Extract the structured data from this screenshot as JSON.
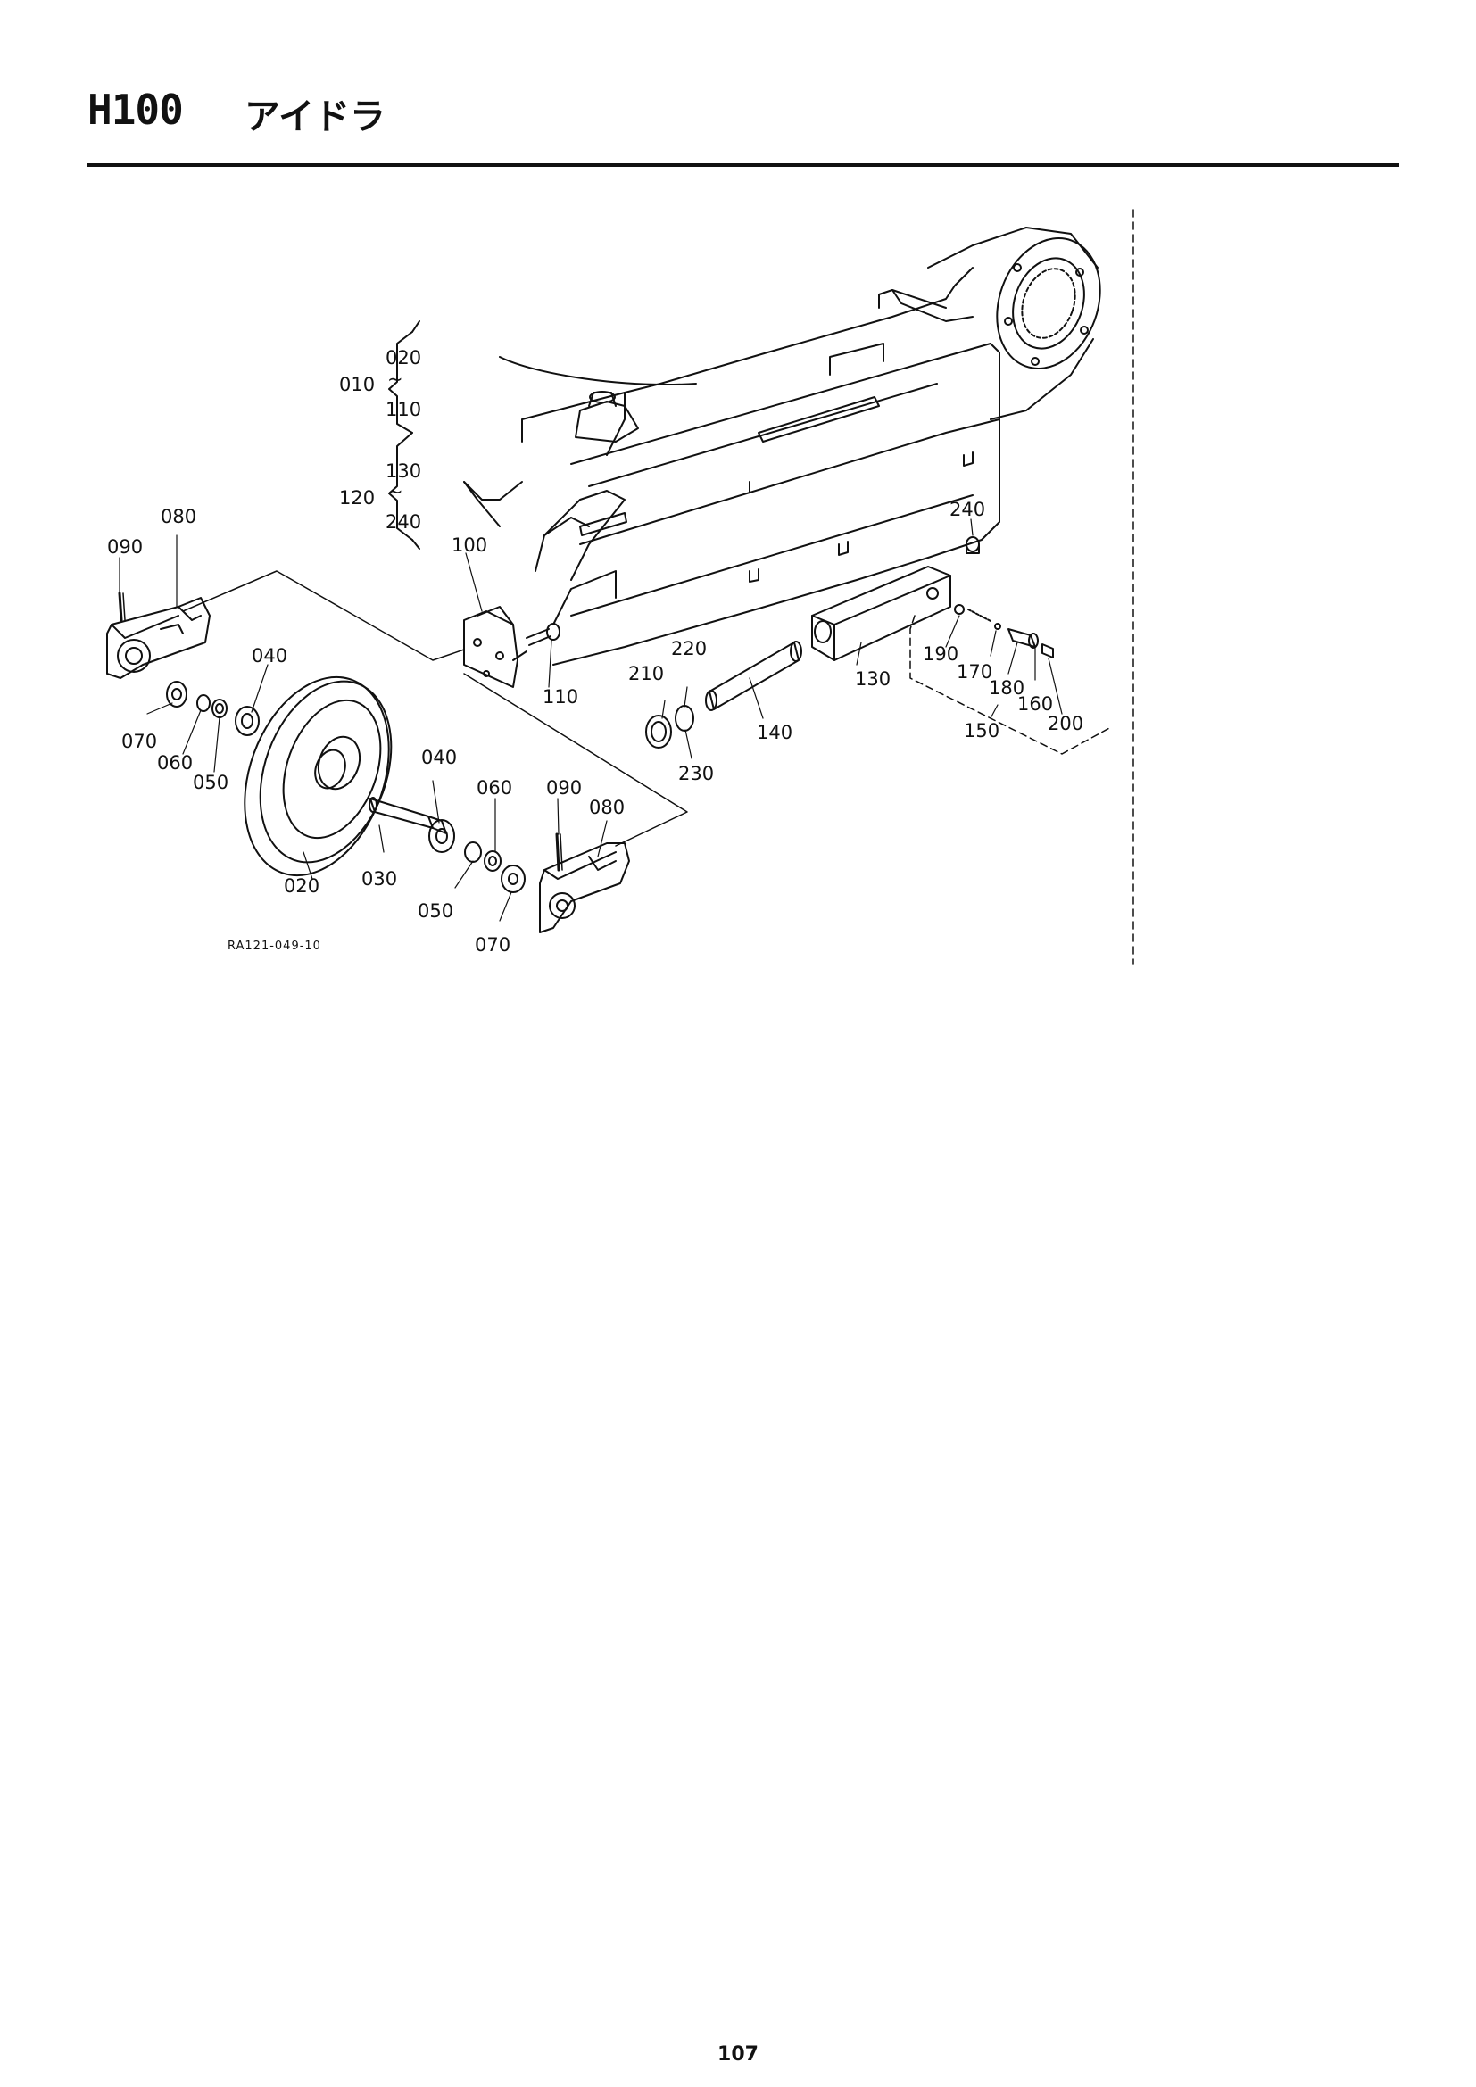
{
  "header": {
    "section_code": "H100",
    "section_title": "アイドラ"
  },
  "diagram": {
    "drawing_ref": "RA121-049-10",
    "groups": [
      {
        "parent": "010",
        "from": "020",
        "to": "110"
      },
      {
        "parent": "120",
        "from": "130",
        "to": "240"
      }
    ],
    "callouts": {
      "p080_left": "080",
      "p090_left": "090",
      "p040_left": "040",
      "p070_left": "070",
      "p060_left": "060",
      "p050_left": "050",
      "p020": "020",
      "p030": "030",
      "p040_right": "040",
      "p060_right": "060",
      "p090_right": "090",
      "p080_right": "080",
      "p050_right": "050",
      "p070_right": "070",
      "p100": "100",
      "p110": "110",
      "p210": "210",
      "p220": "220",
      "p230": "230",
      "p140": "140",
      "p130": "130",
      "p240": "240",
      "p190": "190",
      "p170": "170",
      "p180": "180",
      "p160": "160",
      "p200": "200",
      "p150": "150"
    }
  },
  "footer": {
    "page_number": "107"
  }
}
